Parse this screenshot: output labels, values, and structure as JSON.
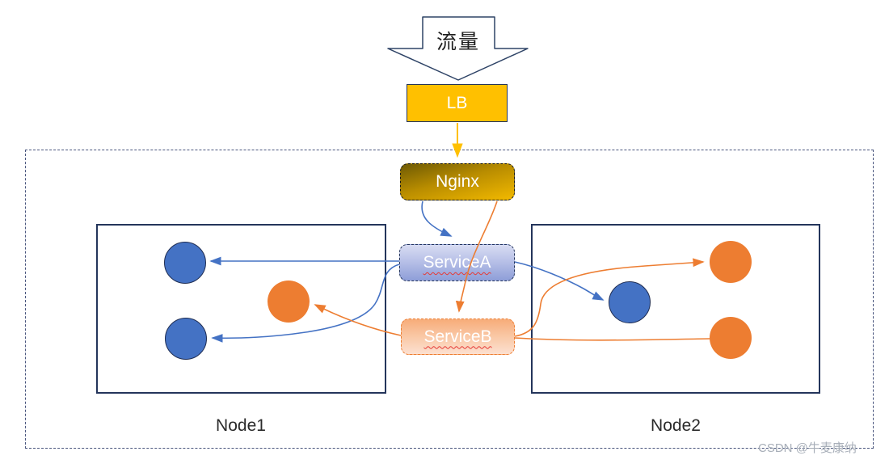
{
  "diagram": {
    "traffic_label": "流量",
    "lb": {
      "label": "LB"
    },
    "nginx": {
      "label": "Nginx"
    },
    "service_a": {
      "label": "ServiceA"
    },
    "service_b": {
      "label": "ServiceB"
    },
    "node1": {
      "label": "Node1",
      "pods": [
        "blue",
        "blue",
        "orange"
      ]
    },
    "node2": {
      "label": "Node2",
      "pods": [
        "orange",
        "blue",
        "orange"
      ]
    },
    "watermark": "CSDN @牛麦康纳",
    "colors": {
      "lb_gold": "#FFC000",
      "service_blue": "#4472C4",
      "service_orange": "#ED7D31",
      "box_border_navy": "#24355B"
    }
  }
}
